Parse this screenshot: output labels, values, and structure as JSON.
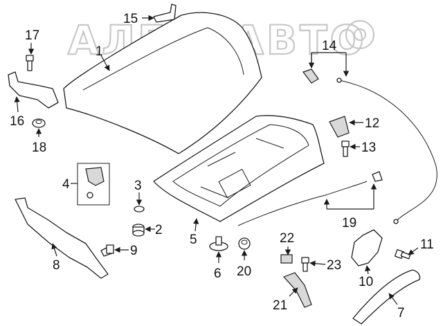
{
  "watermark": {
    "text": "АЛЕ  АВТО"
  },
  "callouts": [
    "1",
    "2",
    "3",
    "4",
    "5",
    "6",
    "7",
    "8",
    "9",
    "10",
    "11",
    "12",
    "13",
    "14",
    "15",
    "16",
    "17",
    "18",
    "19",
    "20",
    "21",
    "22",
    "23"
  ],
  "colors": {
    "line": "#1a1a1a",
    "watermark": "#c8c8c8",
    "background": "#ffffff"
  }
}
